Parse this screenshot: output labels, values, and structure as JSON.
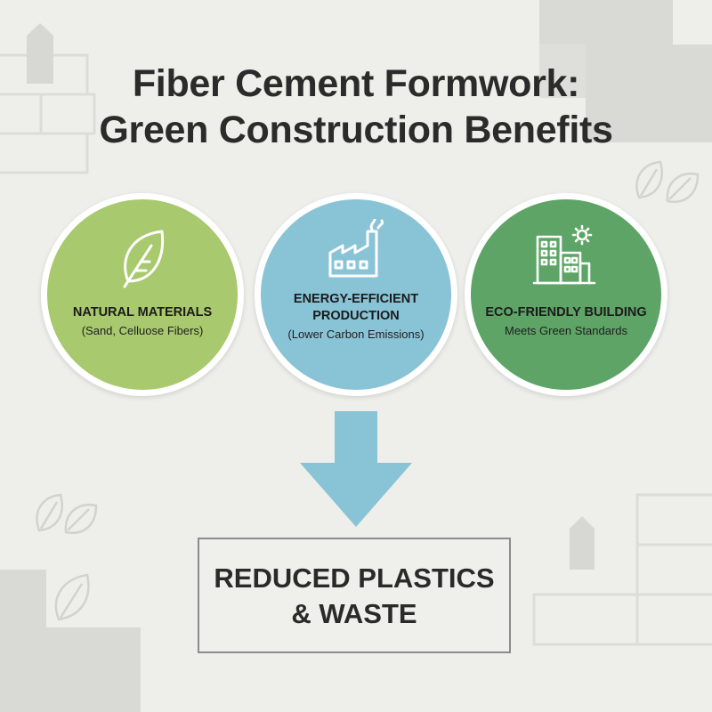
{
  "title": {
    "line1": "Fiber Cement Formwork:",
    "line2": "Green Construction Benefits"
  },
  "benefits": [
    {
      "heading": "NATURAL MATERIALS",
      "detail": "(Sand, Celluose Fibers)",
      "icon": "leaf-icon",
      "color": "#a8c96d"
    },
    {
      "heading_line1": "ENERGY-EFFICIENT",
      "heading_line2": "PRODUCTION",
      "detail": "(Lower Carbon Emissions)",
      "icon": "factory-icon",
      "color": "#89c3d6"
    },
    {
      "heading": "ECO-FRIENDLY BUILDING",
      "detail": "Meets Green Standards",
      "icon": "building-sun-icon",
      "color": "#5da466"
    }
  ],
  "arrow": {
    "icon": "down-arrow-icon",
    "color": "#88c4d6"
  },
  "result": {
    "line1": "REDUCED PLASTICS",
    "line2": "& WASTE"
  }
}
